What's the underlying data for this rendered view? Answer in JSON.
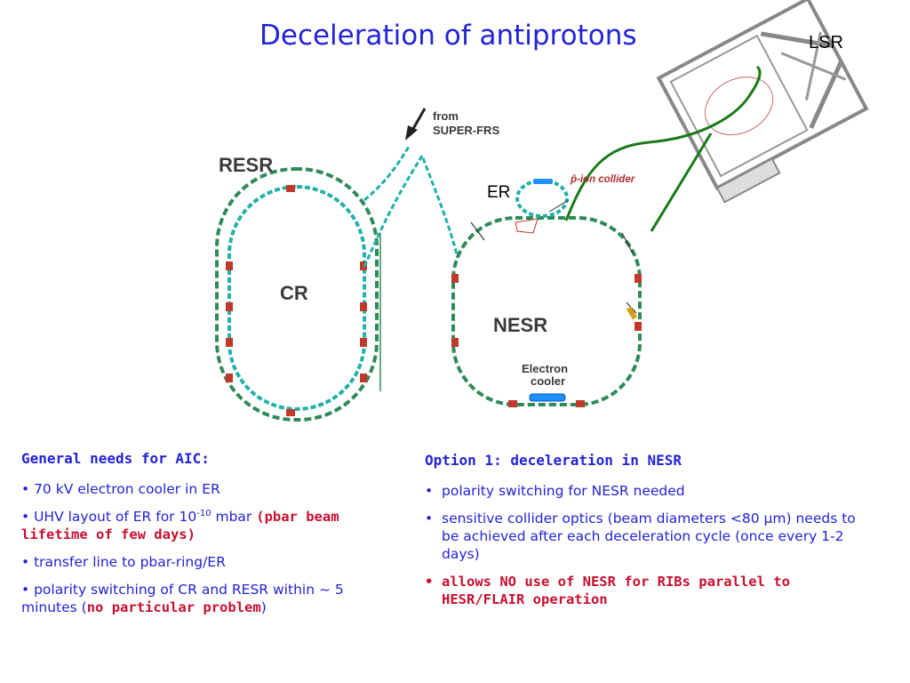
{
  "title": "Deceleration of antiprotons",
  "diagram": {
    "labels": {
      "lsr": "LSR",
      "from": "from",
      "super_frs": "SUPER-FRS",
      "resr": "RESR",
      "cr": "CR",
      "er": "ER",
      "collider": "p̄-ion collider",
      "nesr": "NESR",
      "electron": "Electron",
      "cooler": "cooler"
    },
    "colors": {
      "ring": "#2e8b57",
      "magnet": "#20b2aa",
      "dipole": "#c0392b",
      "transfer": "#1a7a1a",
      "cooler": "#1e90ff",
      "building": "#808080"
    }
  },
  "general": {
    "heading": "General needs for AIC:",
    "b1": "• 70 kV electron cooler in ER",
    "b2_pre": "• UHV layout of ER for 10",
    "b2_sup": "-10",
    "b2_mid": " mbar ",
    "b2_red": "(pbar beam lifetime of few days)",
    "b3": "• transfer line to pbar-ring/ER",
    "b4_pre": "• polarity switching of CR and RESR within ~ 5 minutes (",
    "b4_red": "no particular problem",
    "b4_post": ")"
  },
  "option": {
    "heading": "Option 1:  deceleration in NESR",
    "bullet": "•",
    "i1": "polarity switching for NESR needed",
    "i2_pre": "sensitive collider optics (beam diameters <80 ",
    "i2_mu": "μ",
    "i2_post": "m) needs to be achieved after each deceleration cycle (once every 1-2 days)",
    "i3": "allows NO use of NESR for RIBs parallel to HESR/FLAIR operation"
  }
}
